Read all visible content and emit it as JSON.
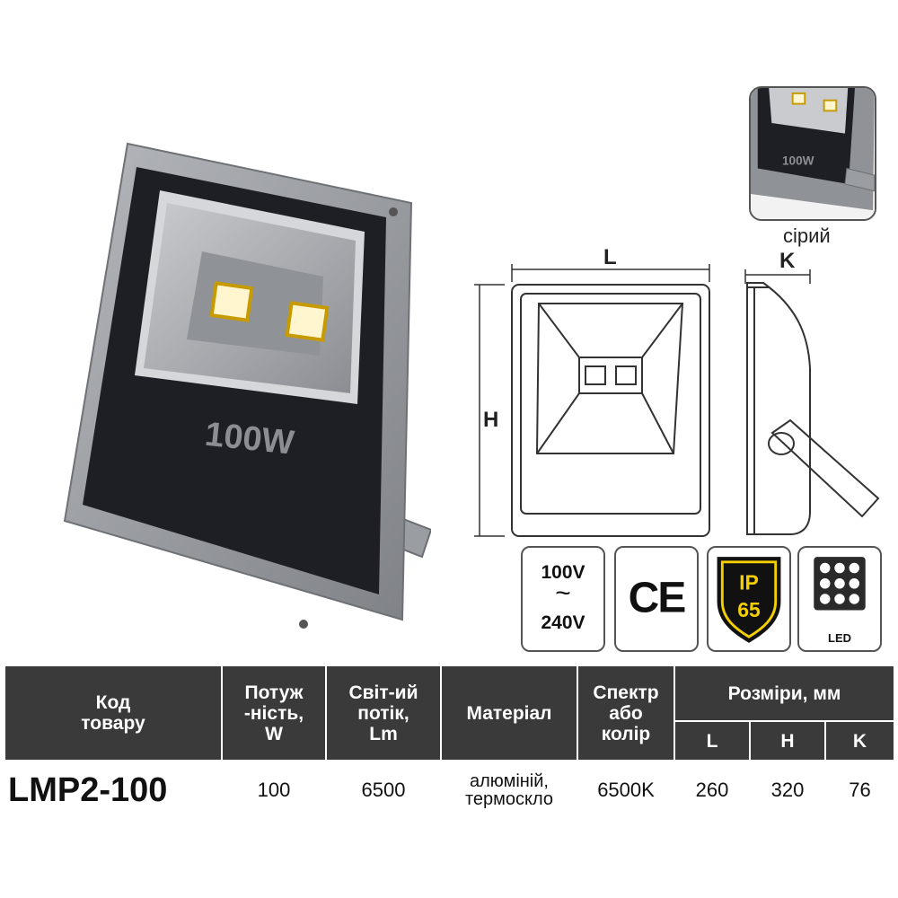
{
  "product": {
    "panel_label": "100W",
    "thumb_label": "100W",
    "color_name": "сірий"
  },
  "drawing": {
    "dim_length": "L",
    "dim_height": "H",
    "dim_depth": "K"
  },
  "icons": {
    "voltage_min": "100V",
    "voltage_sep": "~",
    "voltage_max": "240V",
    "ce_mark": "CE",
    "ip_prefix": "IP",
    "ip_rating": "65",
    "led_label": "LED"
  },
  "table": {
    "headers": {
      "code": [
        "Код",
        "товару"
      ],
      "power": [
        "Потуж",
        "-ність,",
        "W"
      ],
      "flux": [
        "Світ-ий",
        "потік,",
        "Lm"
      ],
      "material": "Матеріал",
      "spectrum": [
        "Спектр",
        "або",
        "колір"
      ],
      "dimensions": "Розміри, мм",
      "dim_l": "L",
      "dim_h": "H",
      "dim_k": "K"
    },
    "row": {
      "code": "LMP2-100",
      "power": "100",
      "flux": "6500",
      "material": [
        "алюміній,",
        "термоскло"
      ],
      "spectrum": "6500K",
      "l": "260",
      "h": "320",
      "k": "76"
    }
  },
  "colors": {
    "housing": "#8f9296",
    "panel": "#1e1f24",
    "header_bg": "#3a3a3a",
    "ip_yellow": "#f5d000"
  }
}
